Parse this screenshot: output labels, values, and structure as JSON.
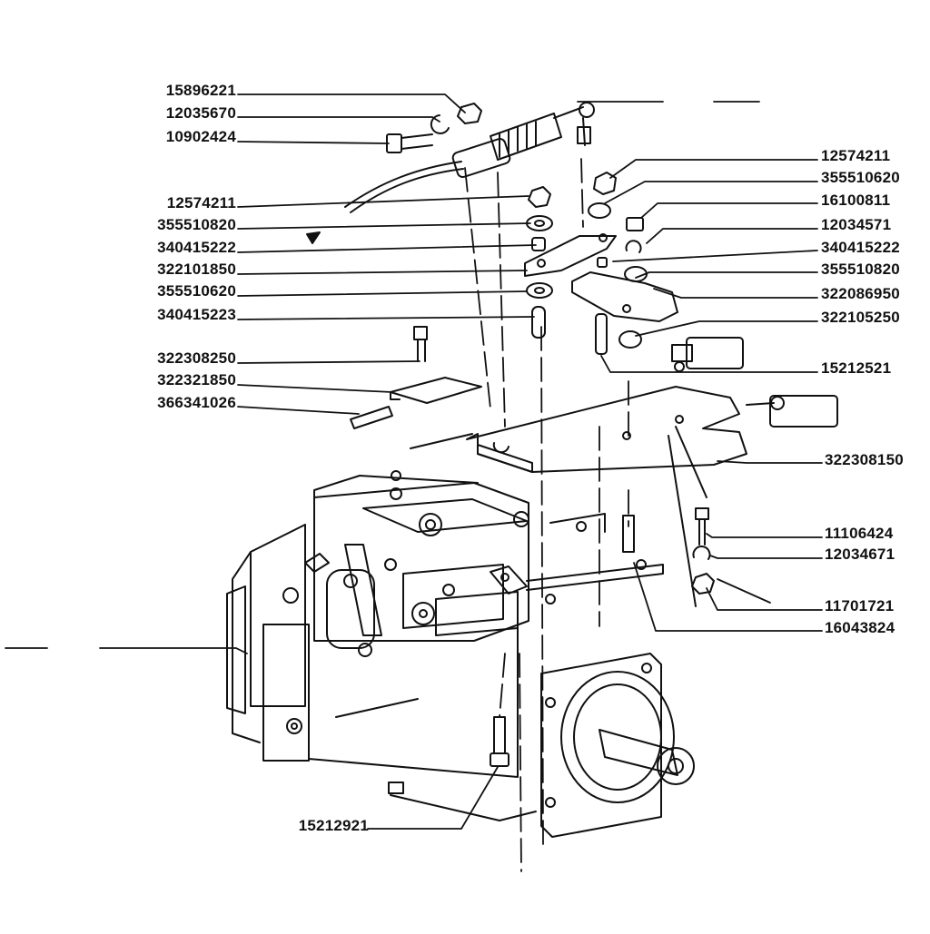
{
  "diagram": {
    "colors": {
      "ink": "#111111",
      "paper": "#ffffff",
      "shade": "#dcdcdc"
    },
    "left_labels": [
      {
        "id": "l1",
        "text": "15896221"
      },
      {
        "id": "l2",
        "text": "12035670"
      },
      {
        "id": "l3",
        "text": "10902424"
      },
      {
        "id": "l4",
        "text": "12574211"
      },
      {
        "id": "l5",
        "text": "355510820"
      },
      {
        "id": "l6",
        "text": "340415222"
      },
      {
        "id": "l7",
        "text": "322101850"
      },
      {
        "id": "l8",
        "text": "355510620"
      },
      {
        "id": "l9",
        "text": "340415223"
      },
      {
        "id": "l10",
        "text": "322308250"
      },
      {
        "id": "l11",
        "text": "322321850"
      },
      {
        "id": "l12",
        "text": "366341026"
      },
      {
        "id": "l13",
        "text": "15212921"
      }
    ],
    "right_labels": [
      {
        "id": "r1",
        "text": "12574211"
      },
      {
        "id": "r2",
        "text": "355510620"
      },
      {
        "id": "r3",
        "text": "16100811"
      },
      {
        "id": "r4",
        "text": "12034571"
      },
      {
        "id": "r5",
        "text": "340415222"
      },
      {
        "id": "r6",
        "text": "355510820"
      },
      {
        "id": "r7",
        "text": "322086950"
      },
      {
        "id": "r8",
        "text": "322105250"
      },
      {
        "id": "r9",
        "text": "15212521"
      },
      {
        "id": "r10",
        "text": "322308150"
      },
      {
        "id": "r11",
        "text": "11106424"
      },
      {
        "id": "r12",
        "text": "12034671"
      },
      {
        "id": "r13",
        "text": "11701721"
      },
      {
        "id": "r14",
        "text": "16043824"
      }
    ]
  }
}
